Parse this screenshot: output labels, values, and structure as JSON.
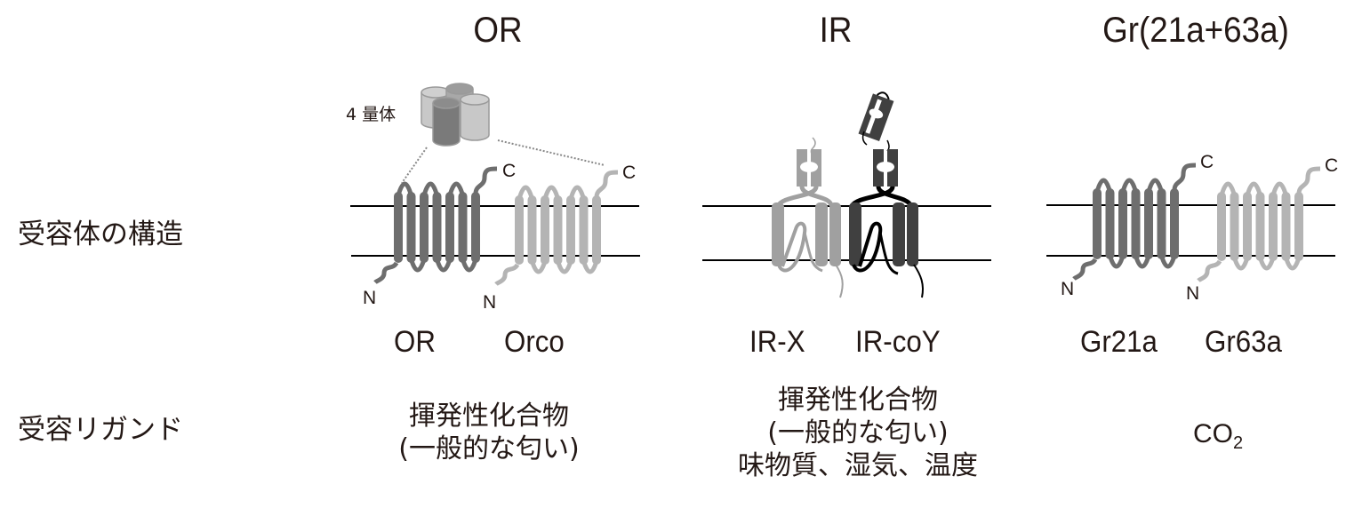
{
  "columns": [
    {
      "title": "OR",
      "subunits": [
        "OR",
        "Orco"
      ],
      "ligand_lines": [
        "揮発性化合物",
        "(一般的な匂い)"
      ],
      "oligomer_label": "4 量体",
      "terminus_labels": {
        "n": "N",
        "c": "C"
      }
    },
    {
      "title": "IR",
      "subunits": [
        "IR-X",
        "IR-coY"
      ],
      "ligand_lines": [
        "揮発性化合物",
        "(一般的な匂い)",
        "味物質、湿気、温度"
      ]
    },
    {
      "title": "Gr(21a+63a)",
      "subunits": [
        "Gr21a",
        "Gr63a"
      ],
      "ligand_main": "CO",
      "ligand_sub": "2",
      "terminus_labels": {
        "n": "N",
        "c": "C"
      }
    }
  ],
  "rows": {
    "structure_label": "受容体の構造",
    "ligand_label": "受容リガンド"
  },
  "colors": {
    "dark_subunit": "#6e6e6e",
    "light_subunit": "#b4b4b4",
    "ir_light": "#a0a0a0",
    "ir_dark": "#404040",
    "membrane": "#000000",
    "text": "#231815"
  }
}
